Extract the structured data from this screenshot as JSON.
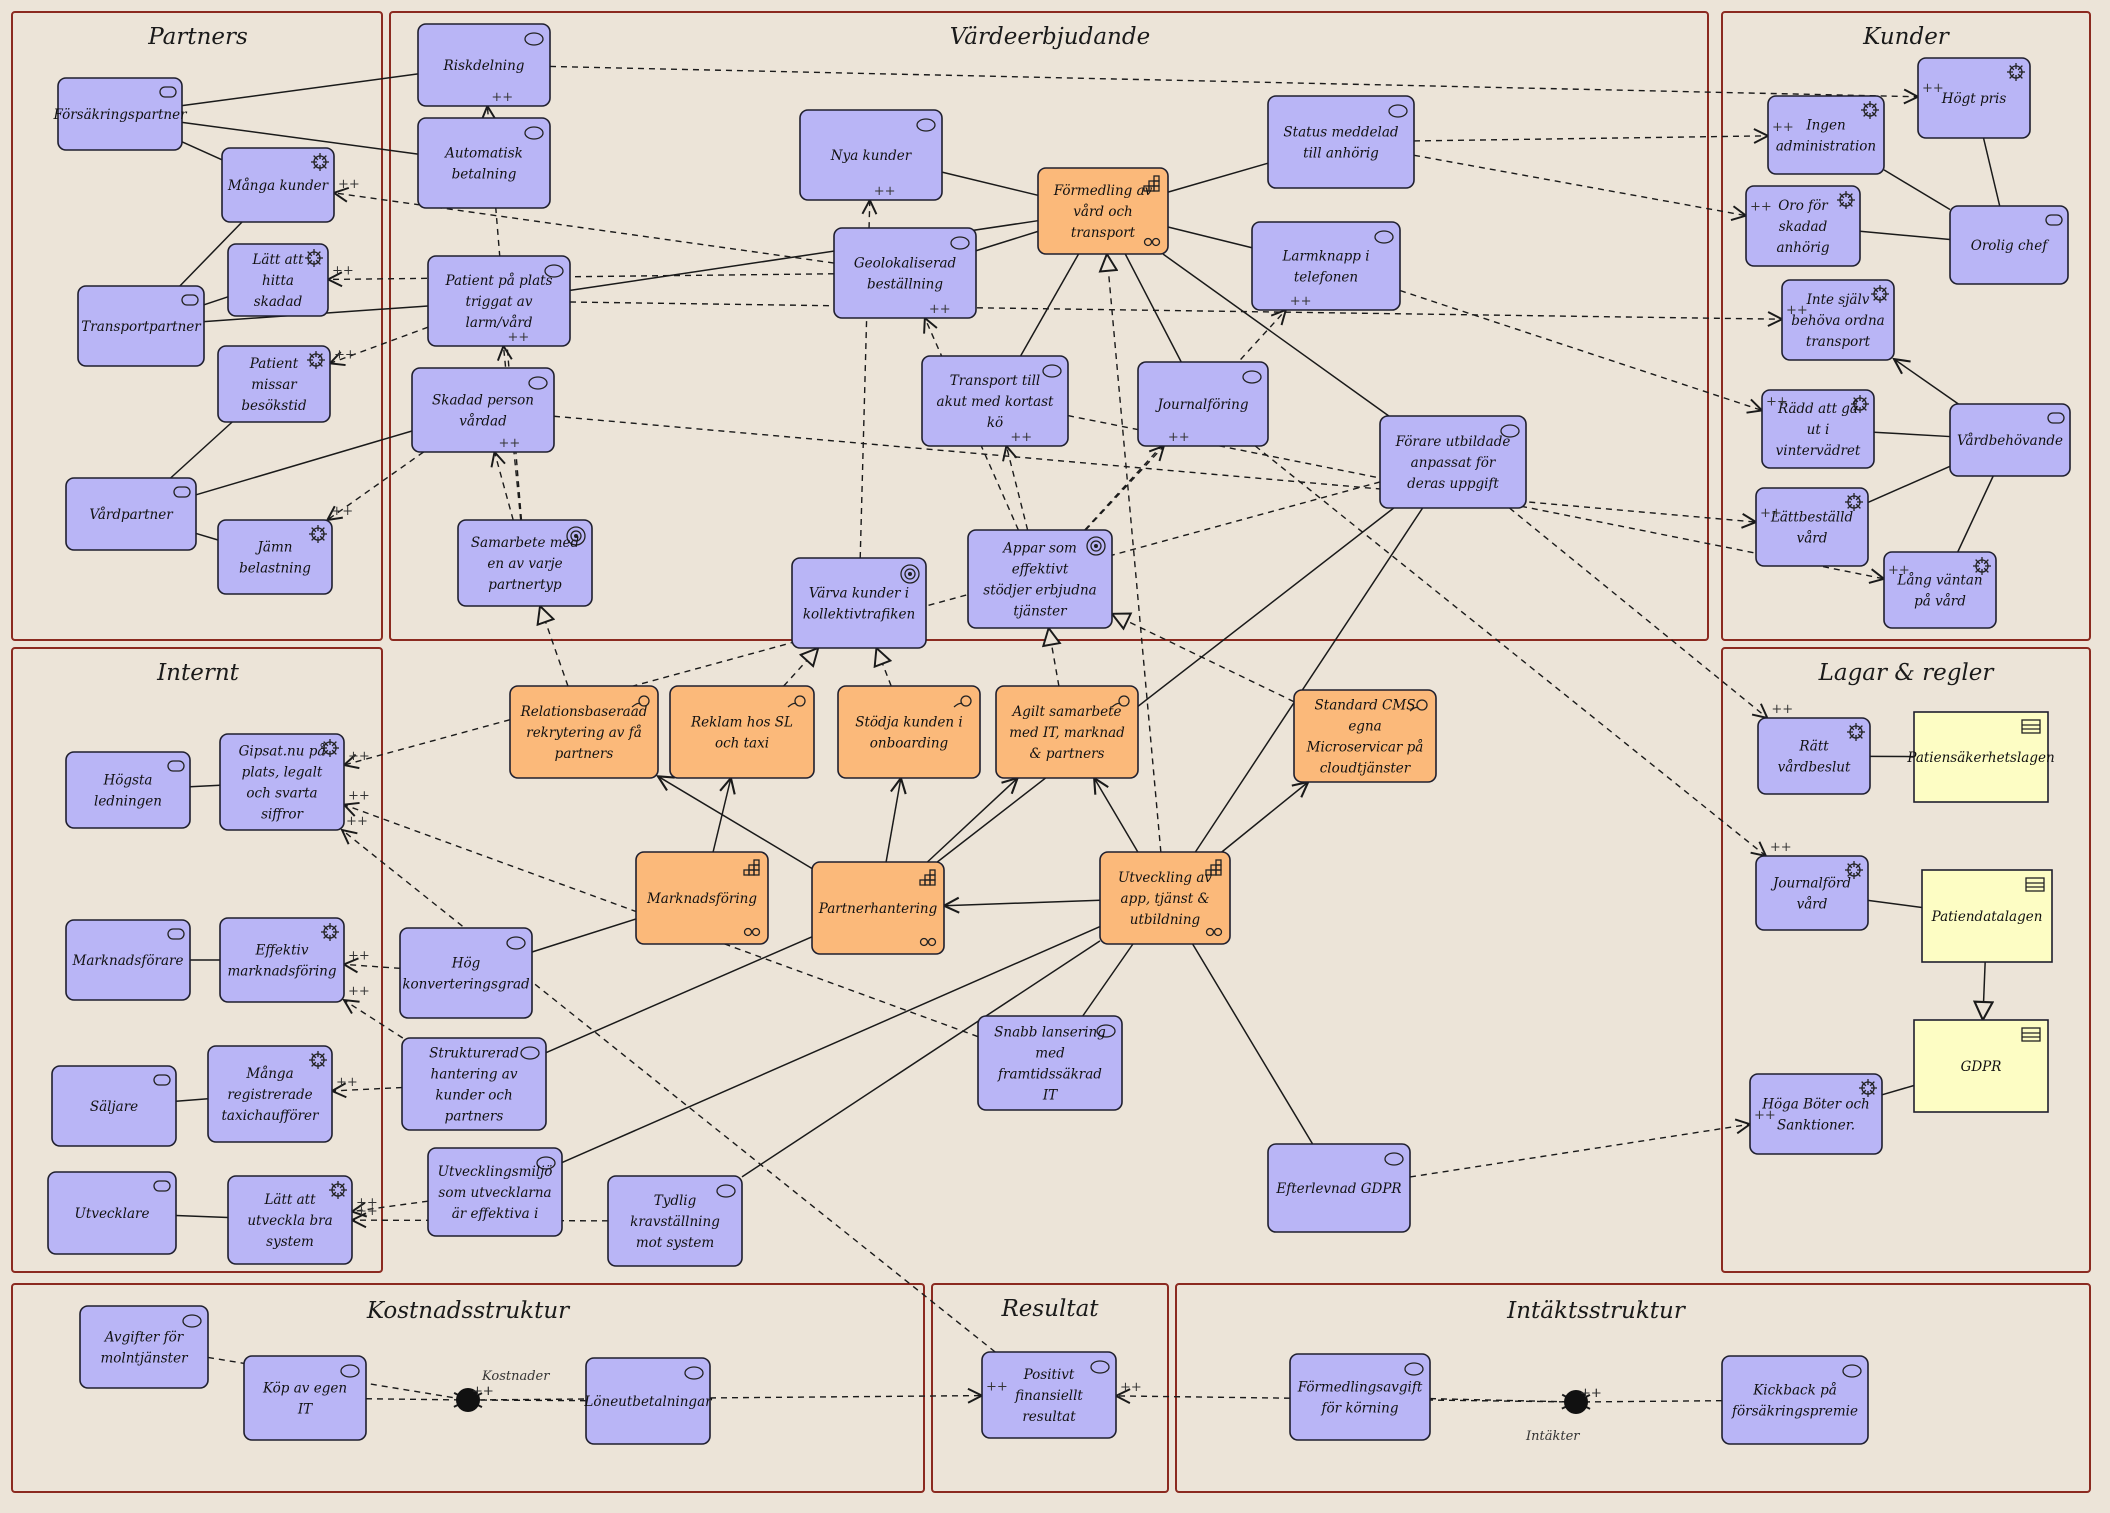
{
  "groups": [
    {
      "id": "partners",
      "title": "Partners"
    },
    {
      "id": "varde",
      "title": "Värdeerbjudande"
    },
    {
      "id": "kunder",
      "title": "Kunder"
    },
    {
      "id": "internt",
      "title": "Internt"
    },
    {
      "id": "lagar",
      "title": "Lagar & regler"
    },
    {
      "id": "kostnad",
      "title": "Kostnadsstruktur"
    },
    {
      "id": "resultat",
      "title": "Resultat"
    },
    {
      "id": "intakt",
      "title": "Intäktsstruktur"
    }
  ],
  "nodes": [
    {
      "id": "forsakringspartner",
      "label": "Försäkringspartner",
      "kind": "actor",
      "color": "blue"
    },
    {
      "id": "manga_kunder",
      "label": "Många kunder",
      "kind": "driver",
      "color": "blue"
    },
    {
      "id": "transportpartner",
      "label": "Transportpartner",
      "kind": "actor",
      "color": "blue"
    },
    {
      "id": "latt_hitta",
      "label": "Lätt att hitta skadad",
      "kind": "driver",
      "color": "blue"
    },
    {
      "id": "patient_missar",
      "label": "Patient missar besökstid",
      "kind": "driver",
      "color": "blue"
    },
    {
      "id": "vardpartner",
      "label": "Vårdpartner",
      "kind": "actor",
      "color": "blue"
    },
    {
      "id": "jamn",
      "label": "Jämn belastning",
      "kind": "driver",
      "color": "blue"
    },
    {
      "id": "riskdelning",
      "label": "Riskdelning",
      "kind": "value",
      "color": "blue"
    },
    {
      "id": "automatisk",
      "label": "Automatisk betalning",
      "kind": "value",
      "color": "blue"
    },
    {
      "id": "patient_plats",
      "label": "Patient på plats triggat av larm/vård",
      "kind": "value",
      "color": "blue"
    },
    {
      "id": "skadad_vardad",
      "label": "Skadad person vårdad",
      "kind": "value",
      "color": "blue"
    },
    {
      "id": "samarbete",
      "label": "Samarbete med en av varje partnertyp",
      "kind": "goal",
      "color": "blue"
    },
    {
      "id": "nya_kunder",
      "label": "Nya kunder",
      "kind": "value",
      "color": "blue"
    },
    {
      "id": "geolok",
      "label": "Geolokaliserad beställning",
      "kind": "value",
      "color": "blue"
    },
    {
      "id": "formedling",
      "label": "Förmedling av vård och transport",
      "kind": "capability",
      "color": "orange"
    },
    {
      "id": "status",
      "label": "Status meddelad till anhörig",
      "kind": "value",
      "color": "blue"
    },
    {
      "id": "larmknapp",
      "label": "Larmknapp i telefonen",
      "kind": "value",
      "color": "blue"
    },
    {
      "id": "transport_akut",
      "label": "Transport till akut med kortast kö",
      "kind": "value",
      "color": "blue"
    },
    {
      "id": "journalforing",
      "label": "Journalföring",
      "kind": "value",
      "color": "blue"
    },
    {
      "id": "forare",
      "label": "Förare utbildade anpassat för deras uppgift",
      "kind": "value",
      "color": "blue"
    },
    {
      "id": "varva",
      "label": "Värva kunder i kollektivtrafiken",
      "kind": "goal",
      "color": "blue"
    },
    {
      "id": "appar",
      "label": "Appar som effektivt stödjer erbjudna tjänster",
      "kind": "goal",
      "color": "blue"
    },
    {
      "id": "relationsbaserad",
      "label": "Relationsbaseraad rekrytering av få partners",
      "kind": "course",
      "color": "orange"
    },
    {
      "id": "reklam",
      "label": "Reklam hos SL och taxi",
      "kind": "course",
      "color": "orange"
    },
    {
      "id": "stodja",
      "label": "Stödja kunden i onboarding",
      "kind": "course",
      "color": "orange"
    },
    {
      "id": "agilt",
      "label": "Agilt samarbete med IT, marknad & partners",
      "kind": "course",
      "color": "orange"
    },
    {
      "id": "standard_cms",
      "label": "Standard CMS egna Microservicar på cloudtjänster",
      "kind": "course",
      "color": "orange"
    },
    {
      "id": "marknadsforing",
      "label": "Marknadsföring",
      "kind": "capability",
      "color": "orange"
    },
    {
      "id": "partnerhantering",
      "label": "Partnerhantering",
      "kind": "capability",
      "color": "orange"
    },
    {
      "id": "utveckling",
      "label": "Utveckling av app, tjänst & utbildning",
      "kind": "capability",
      "color": "orange"
    },
    {
      "id": "hog_konv",
      "label": "Hög konverteringsgrad",
      "kind": "value",
      "color": "blue"
    },
    {
      "id": "strukturerad",
      "label": "Strukturerad hantering av kunder och partners",
      "kind": "value",
      "color": "blue"
    },
    {
      "id": "snabb",
      "label": "Snabb lansering med framtidssäkrad IT",
      "kind": "value",
      "color": "blue"
    },
    {
      "id": "utvmiljo",
      "label": "Utvecklingsmiljö som utvecklarna är effektiva i",
      "kind": "value",
      "color": "blue"
    },
    {
      "id": "tydlig",
      "label": "Tydlig kravställning mot system",
      "kind": "value",
      "color": "blue"
    },
    {
      "id": "gdpr_efterlevnad",
      "label": "Efterlevnad GDPR",
      "kind": "value",
      "color": "blue"
    },
    {
      "id": "hogt_pris",
      "label": "Högt pris",
      "kind": "driver",
      "color": "blue"
    },
    {
      "id": "ingen_adm",
      "label": "Ingen administration",
      "kind": "driver",
      "color": "blue"
    },
    {
      "id": "oro",
      "label": "Oro för skadad anhörig",
      "kind": "driver",
      "color": "blue"
    },
    {
      "id": "orolig_chef",
      "label": "Orolig chef",
      "kind": "actor",
      "color": "blue"
    },
    {
      "id": "inte_sjalv",
      "label": "Inte själv behöva ordna transport",
      "kind": "driver",
      "color": "blue"
    },
    {
      "id": "radd",
      "label": "Rädd att gå ut i vintervädret",
      "kind": "driver",
      "color": "blue"
    },
    {
      "id": "vardbehovande",
      "label": "Vårdbehövande",
      "kind": "actor",
      "color": "blue"
    },
    {
      "id": "lattbestalld",
      "label": "Lättbeställd vård",
      "kind": "driver",
      "color": "blue"
    },
    {
      "id": "lang_vantan",
      "label": "Lång väntan på vård",
      "kind": "driver",
      "color": "blue"
    },
    {
      "id": "hogsta",
      "label": "Högsta ledningen",
      "kind": "actor",
      "color": "blue"
    },
    {
      "id": "gipsat",
      "label": "Gipsat.nu på plats, legalt och svarta siffror",
      "kind": "driver",
      "color": "blue"
    },
    {
      "id": "marknadsforare",
      "label": "Marknadsförare",
      "kind": "actor",
      "color": "blue"
    },
    {
      "id": "effektiv_mf",
      "label": "Effektiv marknadsföring",
      "kind": "driver",
      "color": "blue"
    },
    {
      "id": "saljare",
      "label": "Säljare",
      "kind": "actor",
      "color": "blue"
    },
    {
      "id": "manga_reg",
      "label": "Många registrerade taxichaufförer",
      "kind": "driver",
      "color": "blue"
    },
    {
      "id": "utvecklare",
      "label": "Utvecklare",
      "kind": "actor",
      "color": "blue"
    },
    {
      "id": "latt_utveckla",
      "label": "Lätt att utveckla bra system",
      "kind": "driver",
      "color": "blue"
    },
    {
      "id": "ratt_vardbeslut",
      "label": "Rätt vårdbeslut",
      "kind": "driver",
      "color": "blue"
    },
    {
      "id": "patsak",
      "label": "Patiensäkerhetslagen",
      "kind": "law",
      "color": "yellow"
    },
    {
      "id": "journalford",
      "label": "Journalförd vård",
      "kind": "driver",
      "color": "blue"
    },
    {
      "id": "patientdatalagen",
      "label": "Patiendatalagen",
      "kind": "law",
      "color": "yellow"
    },
    {
      "id": "gdpr",
      "label": "GDPR",
      "kind": "law",
      "color": "yellow"
    },
    {
      "id": "hoga_boter",
      "label": "Höga Böter och Sanktioner.",
      "kind": "driver",
      "color": "blue"
    },
    {
      "id": "avgifter",
      "label": "Avgifter för molntjänster",
      "kind": "value",
      "color": "blue"
    },
    {
      "id": "kop_it",
      "label": "Köp av egen IT",
      "kind": "value",
      "color": "blue"
    },
    {
      "id": "lonebet",
      "label": "Löneutbetalningar",
      "kind": "value",
      "color": "blue"
    },
    {
      "id": "positivt",
      "label": "Positivt finansiellt resultat",
      "kind": "value",
      "color": "blue"
    },
    {
      "id": "formedlingsavgift",
      "label": "Förmedlingsavgift för körning",
      "kind": "value",
      "color": "blue"
    },
    {
      "id": "kickback",
      "label": "Kickback på försäkringspremie",
      "kind": "value",
      "color": "blue"
    }
  ],
  "junctions": [
    {
      "id": "j_kost",
      "label": "Kostnader"
    },
    {
      "id": "j_intakt",
      "label": "Intäkter"
    }
  ],
  "influence_marks": {
    "plus": "++",
    "minus": "--"
  },
  "colors": {
    "background": "#ece4d8",
    "group_border": "#8b2a20",
    "blue": "#b9b5f6",
    "orange": "#fbb97a",
    "yellow": "#fdfdc4",
    "line": "#1a1a1a"
  }
}
